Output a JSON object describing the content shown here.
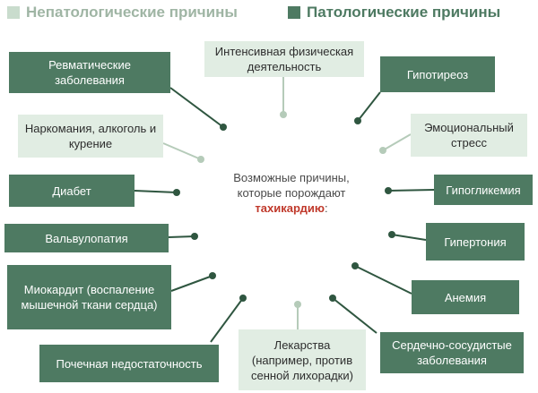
{
  "legend": {
    "nonpathological": {
      "label": "Непатологические причины",
      "color": "#c9dccd"
    },
    "pathological": {
      "label": "Патологические причины",
      "color": "#4e7a62"
    }
  },
  "center": {
    "line1": "Возможные причины,",
    "line2": "которые порождают",
    "highlight": "тахикардию",
    "suffix": ":"
  },
  "causes": {
    "rheumatic": "Ревматические заболевания",
    "exercise": "Интенсивная физическая деятельность",
    "hypothyroid": "Гипотиреоз",
    "addiction": "Наркомания, алкоголь и курение",
    "emotional": "Эмоциональный стресс",
    "diabetes": "Диабет",
    "hypoglycemia": "Гипогликемия",
    "valvulopathy": "Вальвулопатия",
    "hypertonia": "Гипертония",
    "myocarditis": "Миокардит (воспаление мышечной ткани сердца)",
    "anemia": "Анемия",
    "renal": "Почечная недостаточность",
    "drugs": "Лекарства (например, против сенной лихорадки)",
    "cardiovascular": "Сердечно-сосудистые заболевания"
  },
  "colors": {
    "pathological_line": "#2f5640",
    "nonpathological_line": "#b5cbb9",
    "highlight": "#c0392b"
  }
}
